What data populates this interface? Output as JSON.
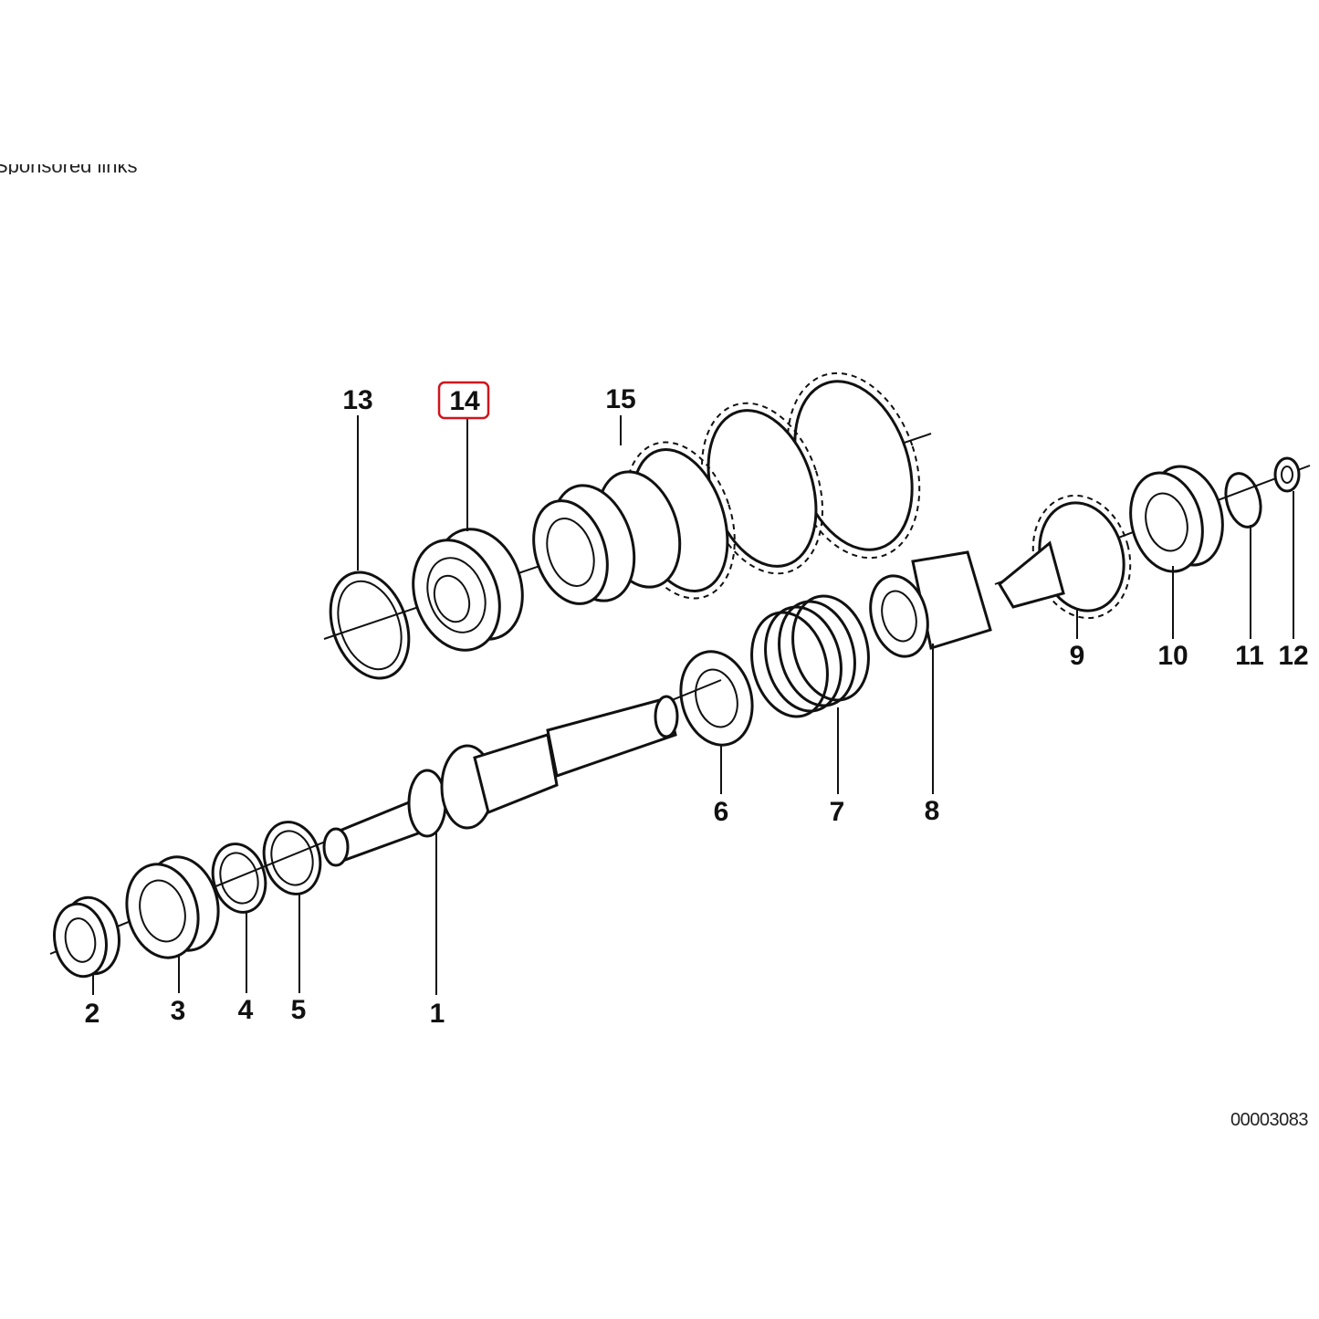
{
  "header": {
    "sponsored_text": "Sponsored links"
  },
  "diagram": {
    "reference_code": "00003083",
    "highlighted_callout": "14",
    "highlight_color": "#d0141c",
    "callouts": [
      "1",
      "2",
      "3",
      "4",
      "5",
      "6",
      "7",
      "8",
      "9",
      "10",
      "11",
      "12",
      "13",
      "14",
      "15"
    ]
  }
}
